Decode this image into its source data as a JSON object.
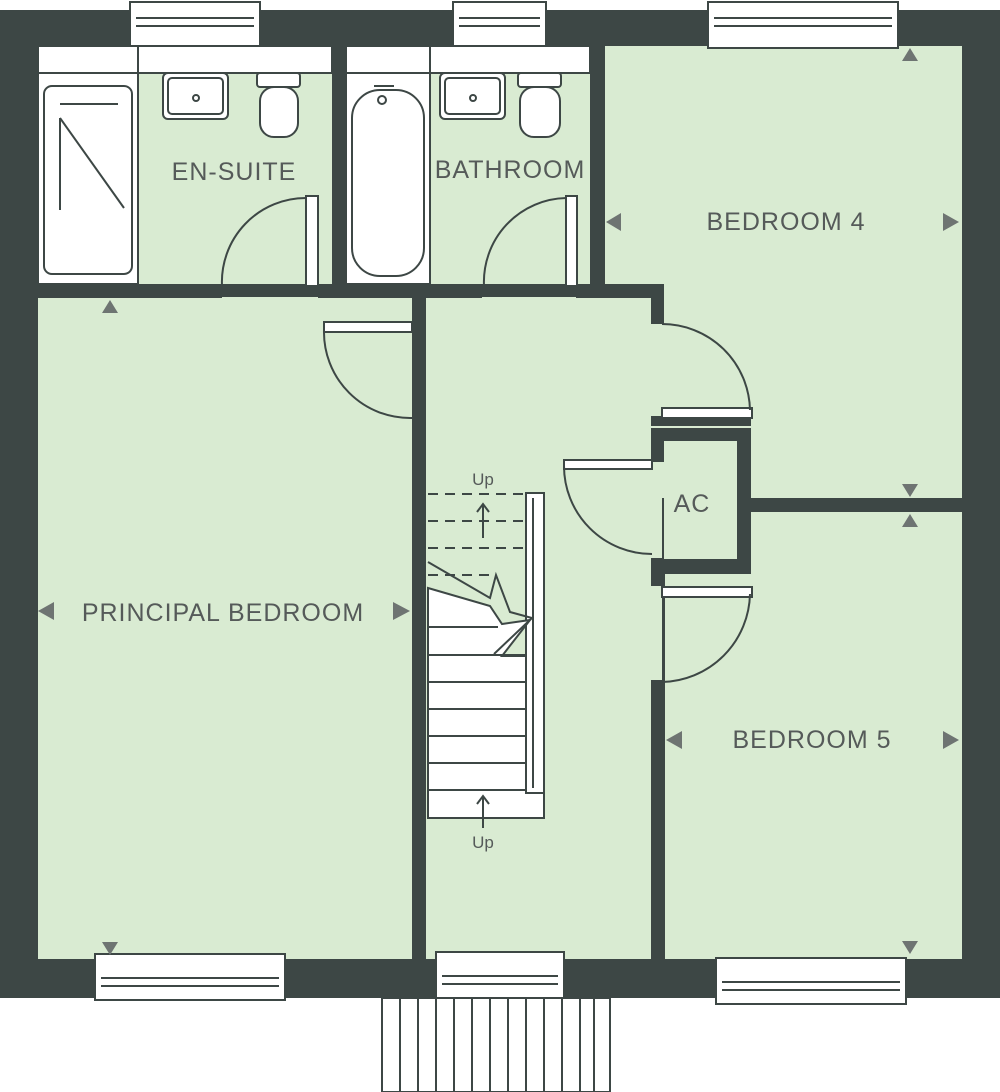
{
  "colors": {
    "floor": "#d9ebd2",
    "wall": "#3d4745",
    "fixture": "#ffffff",
    "marker": "#6e7472",
    "text": "#555a59"
  },
  "rooms": {
    "ensuite": "EN-SUITE",
    "bathroom": "BATHROOM",
    "bedroom4": "BEDROOM 4",
    "principal": "PRINCIPAL BEDROOM",
    "ac": "AC",
    "bedroom5": "BEDROOM 5"
  },
  "stairs": {
    "up_top": "Up",
    "up_bottom": "Up"
  },
  "icons": {
    "dimension_marker": "triangle-marker-icon",
    "window": "window-icon",
    "door": "door-swing-icon",
    "shower": "shower-icon",
    "bath": "bathtub-icon",
    "basin": "basin-icon",
    "toilet": "toilet-icon",
    "stair_arrow": "arrow-up-icon"
  }
}
